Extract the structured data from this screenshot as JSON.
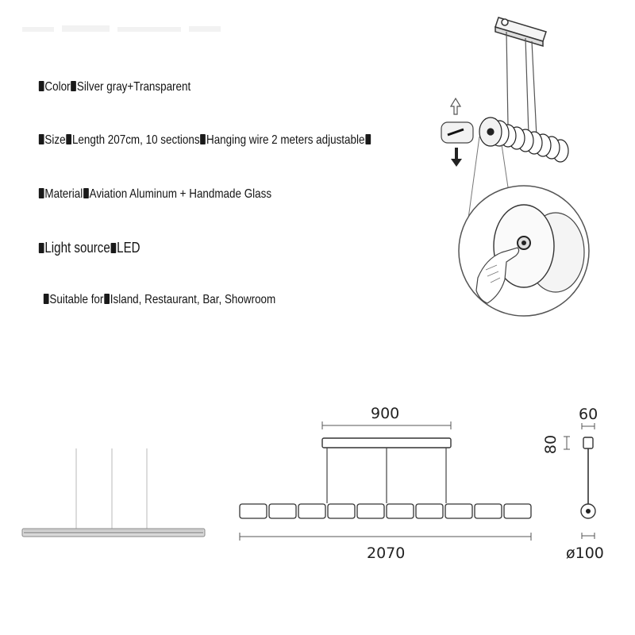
{
  "specs": [
    {
      "label": "Color",
      "value": "Silver gray+Transparent",
      "tail": ""
    },
    {
      "label": "Size",
      "value": "Length 207cm, 10 sections",
      "tail": "Hanging wire 2 meters adjustable"
    },
    {
      "label": "Material",
      "value": "Aviation Aluminum + Handmade Glass",
      "tail": ""
    },
    {
      "label": "Light source",
      "value": "LED",
      "tail": ""
    },
    {
      "label": "Suitable for",
      "value": "Island, Restaurant, Bar, Showroom",
      "tail": ""
    }
  ],
  "dimensions": {
    "canopy_width": "900",
    "total_length": "2070",
    "side_width": "60",
    "canopy_height": "80",
    "diameter": "ø100"
  },
  "colors": {
    "text": "#141414",
    "line": "#444444",
    "fill": "#8a8a8a"
  }
}
